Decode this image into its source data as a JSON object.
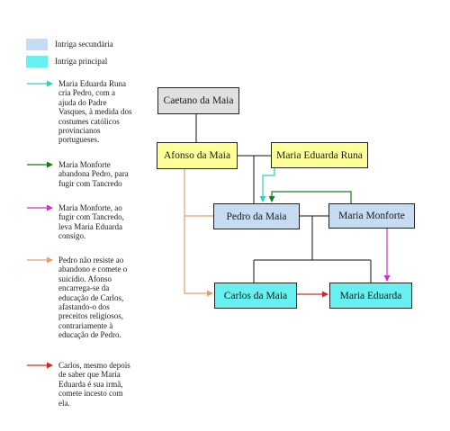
{
  "colors": {
    "secondary_fill": "#c6dcf2",
    "principal_fill": "#66f0f0",
    "root_fill": "#e0e0e0",
    "yellow_fill": "#ffff99",
    "cyan_arrow": "#30d0b0",
    "green_arrow": "#1a7a1a",
    "magenta_arrow": "#cc33cc",
    "orange_arrow": "#e0a070",
    "red_arrow": "#d02828",
    "line": "#111111"
  },
  "legend": {
    "secondary": "Intriga secundária",
    "principal": "Intriga principal"
  },
  "notes": [
    {
      "id": "cyan",
      "text": "Maria Eduarda Runa cria Pedro, com a ajuda do Padre Vasques, à medida dos costumes católicos provincianos portugueses."
    },
    {
      "id": "green",
      "text": "Maria Monforte abandona Pedro, para fugir com Tancredo"
    },
    {
      "id": "magenta",
      "text": "Maria Monforte, ao fugir com Tancredo, leva Maria Eduarda consigo."
    },
    {
      "id": "orange",
      "text": "Pedro não resiste ao abandono e comete o suicídio. Afonso encarrega-se da educação de Carlos, afastando-o dos preceitos religiosos, contrariamente à educação de Pedro."
    },
    {
      "id": "red",
      "text": "Carlos, mesmo depois de saber que Maria Eduarda é sua irmã, comete incesto com ela."
    }
  ],
  "nodes": {
    "caetano": "Caetano da Maia",
    "afonso": "Afonso da Maia",
    "runa": "Maria Eduarda Runa",
    "pedro": "Pedro da Maia",
    "monforte": "Maria Monforte",
    "carlos": "Carlos da Maia",
    "eduarda": "Maria Eduarda"
  }
}
